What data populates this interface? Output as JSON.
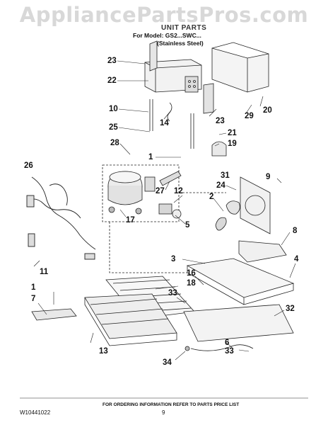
{
  "watermark": "AppliancePartsPros.com",
  "header": {
    "title": "UNIT PARTS",
    "model": "For Model: GS2...SWC...",
    "finish": "(Stainless Steel)"
  },
  "callouts": [
    {
      "id": "c23a",
      "text": "23"
    },
    {
      "id": "c22",
      "text": "22"
    },
    {
      "id": "c10",
      "text": "10"
    },
    {
      "id": "c14",
      "text": "14"
    },
    {
      "id": "c25",
      "text": "25"
    },
    {
      "id": "c28",
      "text": "28"
    },
    {
      "id": "c1a",
      "text": "1"
    },
    {
      "id": "c23b",
      "text": "23"
    },
    {
      "id": "c29",
      "text": "29"
    },
    {
      "id": "c20",
      "text": "20"
    },
    {
      "id": "c21",
      "text": "21"
    },
    {
      "id": "c19",
      "text": "19"
    },
    {
      "id": "c26",
      "text": "26"
    },
    {
      "id": "c31",
      "text": "31"
    },
    {
      "id": "c9",
      "text": "9"
    },
    {
      "id": "c24",
      "text": "24"
    },
    {
      "id": "c2",
      "text": "2"
    },
    {
      "id": "c27",
      "text": "27"
    },
    {
      "id": "c12",
      "text": "12"
    },
    {
      "id": "c17",
      "text": "17"
    },
    {
      "id": "c5",
      "text": "5"
    },
    {
      "id": "c8",
      "text": "8"
    },
    {
      "id": "c3",
      "text": "3"
    },
    {
      "id": "c4",
      "text": "4"
    },
    {
      "id": "c11",
      "text": "11"
    },
    {
      "id": "c16",
      "text": "16"
    },
    {
      "id": "c18",
      "text": "18"
    },
    {
      "id": "c33a",
      "text": "33"
    },
    {
      "id": "c1b",
      "text": "1"
    },
    {
      "id": "c7",
      "text": "7"
    },
    {
      "id": "c32",
      "text": "32"
    },
    {
      "id": "c13",
      "text": "13"
    },
    {
      "id": "c6",
      "text": "6"
    },
    {
      "id": "c33b",
      "text": "33"
    },
    {
      "id": "c34",
      "text": "34"
    }
  ],
  "footer": {
    "note": "FOR ORDERING INFORMATION REFER TO PARTS PRICE LIST",
    "doc_number": "W10441022",
    "page": "9"
  }
}
